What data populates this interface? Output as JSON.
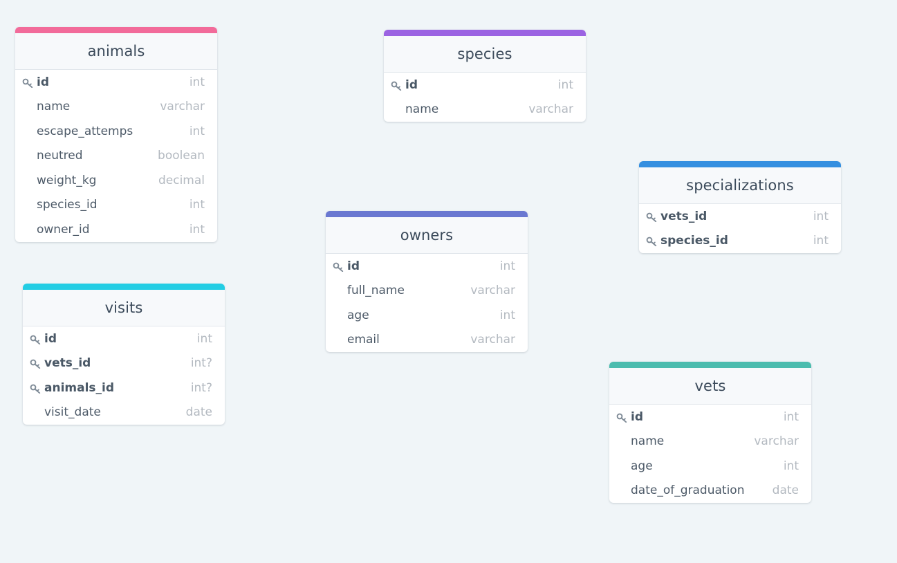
{
  "diagram": {
    "tables": [
      {
        "name": "animals",
        "accent": "#f26b9a",
        "fields": [
          {
            "name": "id",
            "type": "int",
            "key": true
          },
          {
            "name": "name",
            "type": "varchar",
            "key": false
          },
          {
            "name": "escape_attemps",
            "type": "int",
            "key": false
          },
          {
            "name": "neutred",
            "type": "boolean",
            "key": false
          },
          {
            "name": "weight_kg",
            "type": "decimal",
            "key": false
          },
          {
            "name": "species_id",
            "type": "int",
            "key": false
          },
          {
            "name": "owner_id",
            "type": "int",
            "key": false
          }
        ]
      },
      {
        "name": "species",
        "accent": "#9b63e2",
        "fields": [
          {
            "name": "id",
            "type": "int",
            "key": true
          },
          {
            "name": "name",
            "type": "varchar",
            "key": false
          }
        ]
      },
      {
        "name": "specializations",
        "accent": "#348fe0",
        "fields": [
          {
            "name": "vets_id",
            "type": "int",
            "key": true
          },
          {
            "name": "species_id",
            "type": "int",
            "key": true
          }
        ]
      },
      {
        "name": "owners",
        "accent": "#6a78d1",
        "fields": [
          {
            "name": "id",
            "type": "int",
            "key": true
          },
          {
            "name": "full_name",
            "type": "varchar",
            "key": false
          },
          {
            "name": "age",
            "type": "int",
            "key": false
          },
          {
            "name": "email",
            "type": "varchar",
            "key": false
          }
        ]
      },
      {
        "name": "visits",
        "accent": "#23cde4",
        "fields": [
          {
            "name": "id",
            "type": "int",
            "key": true
          },
          {
            "name": "vets_id",
            "type": "int?",
            "key": true
          },
          {
            "name": "animals_id",
            "type": "int?",
            "key": true
          },
          {
            "name": "visit_date",
            "type": "date",
            "key": false
          }
        ]
      },
      {
        "name": "vets",
        "accent": "#4bbcae",
        "fields": [
          {
            "name": "id",
            "type": "int",
            "key": true
          },
          {
            "name": "name",
            "type": "varchar",
            "key": false
          },
          {
            "name": "age",
            "type": "int",
            "key": false
          },
          {
            "name": "date_of_graduation",
            "type": "date",
            "key": false
          }
        ]
      }
    ]
  },
  "icons": {
    "key": "key-icon"
  }
}
